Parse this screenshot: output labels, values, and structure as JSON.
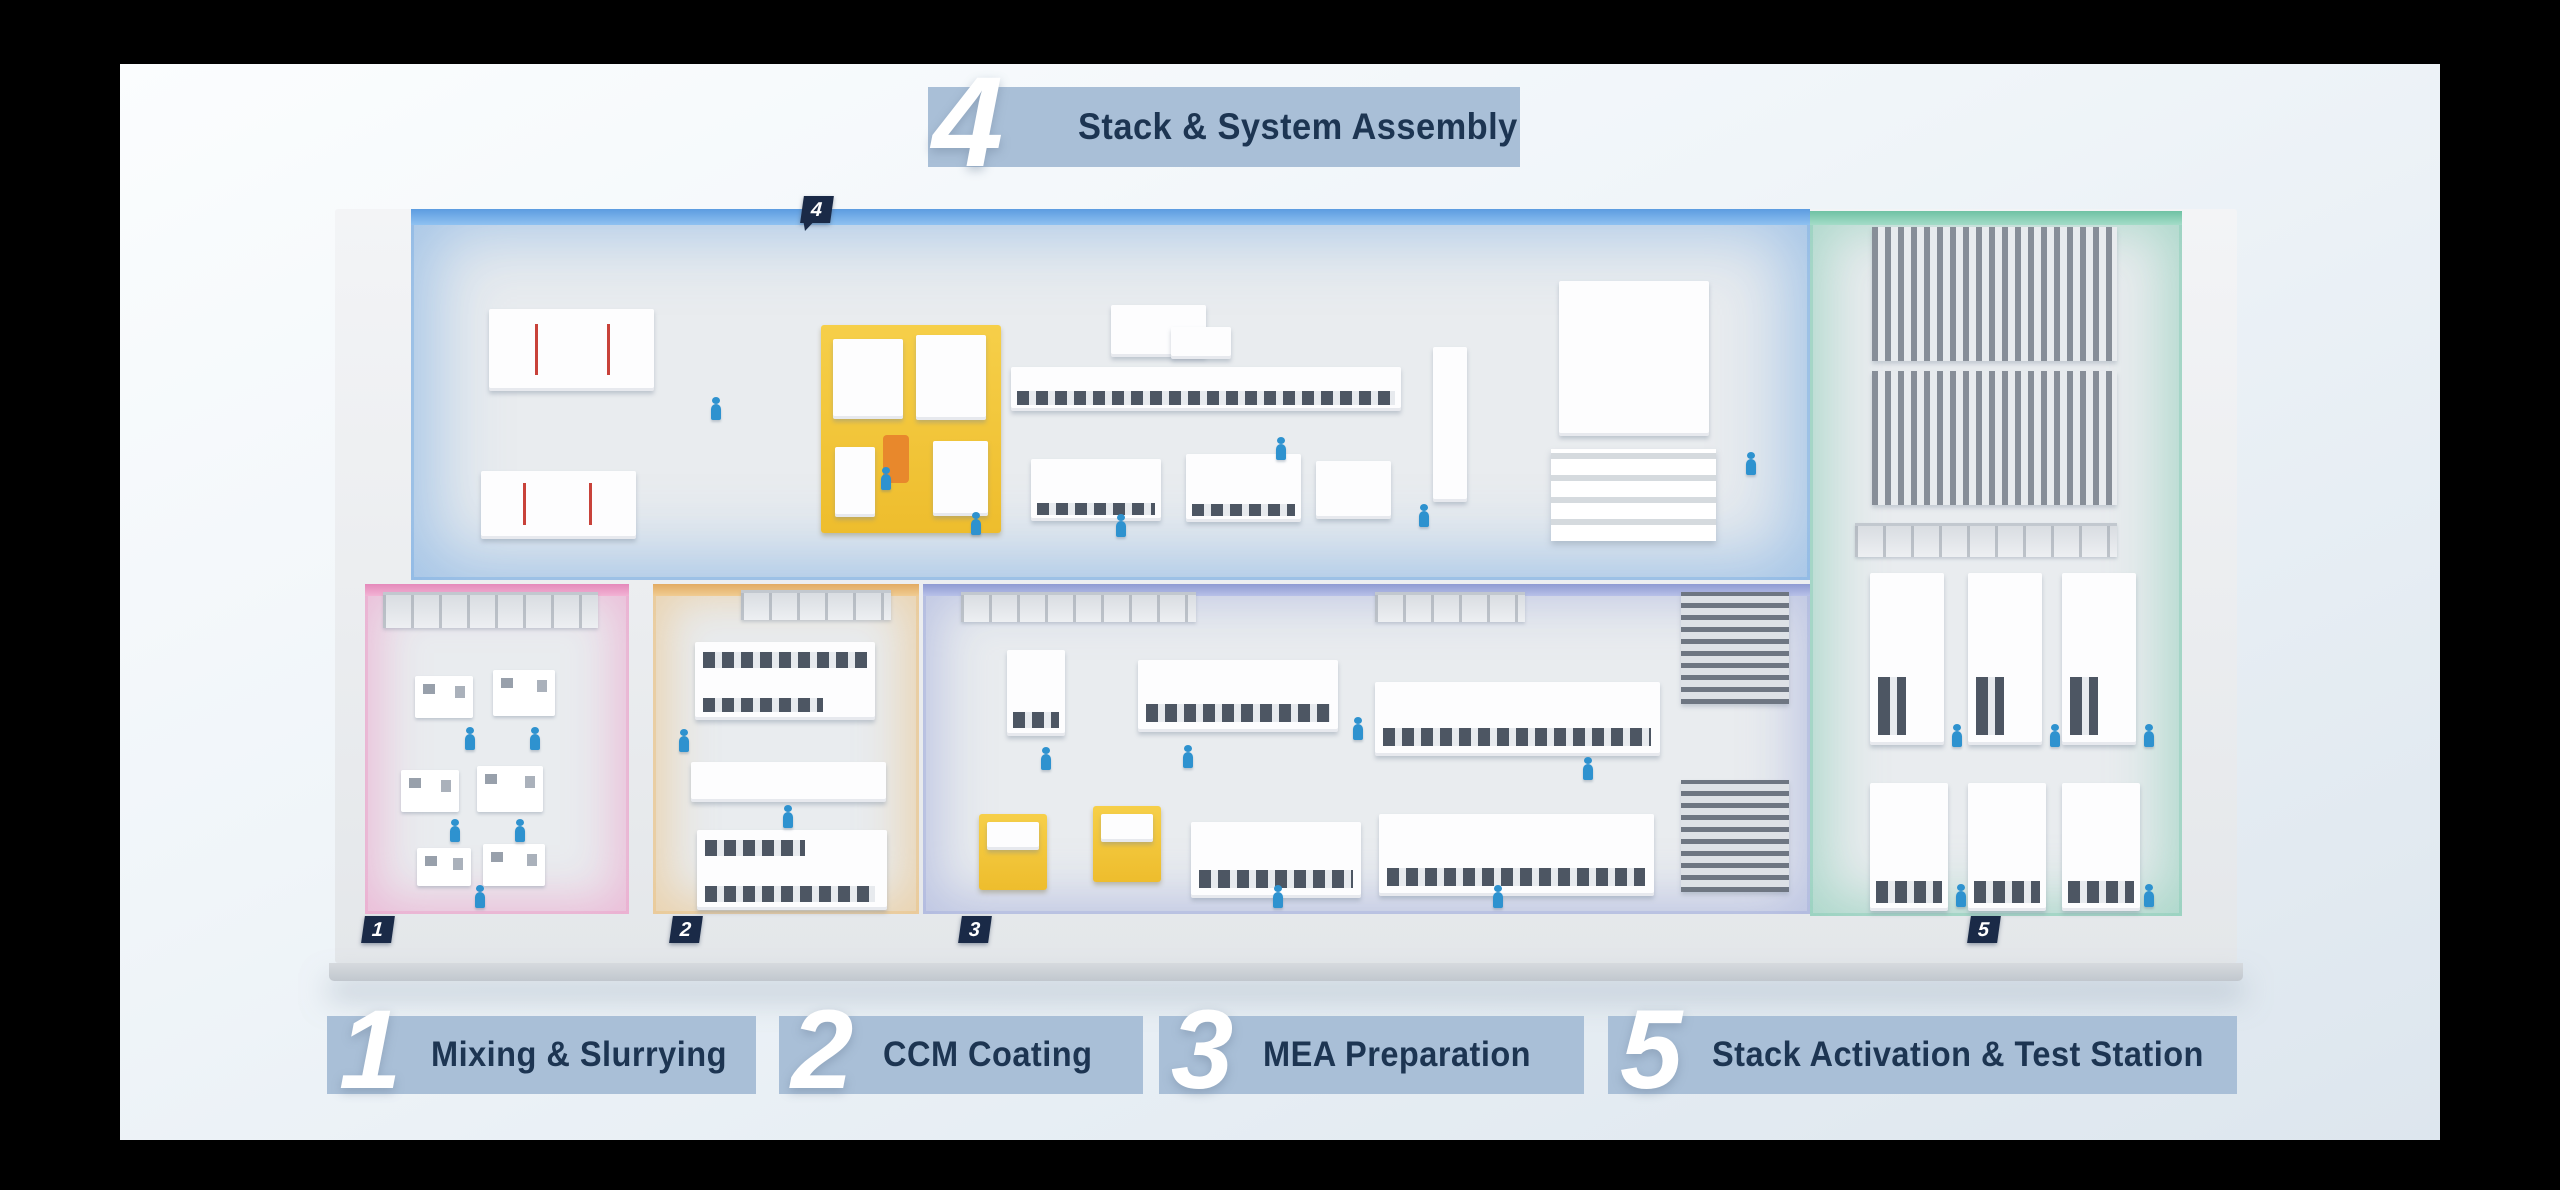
{
  "top_banner": {
    "number": "4",
    "label": "Stack & System Assembly"
  },
  "legend": [
    {
      "number": "1",
      "label": "Mixing & Slurrying"
    },
    {
      "number": "2",
      "label": "CCM Coating"
    },
    {
      "number": "3",
      "label": "MEA Preparation"
    },
    {
      "number": "5",
      "label": "Stack Activation & Test Station"
    }
  ],
  "markers": {
    "m1": "1",
    "m2": "2",
    "m3": "3",
    "m4": "4",
    "m5": "5"
  },
  "colors": {
    "banner": "#a9bfd7",
    "banner_text": "#1d3552",
    "marker_bg": "#1a2a47",
    "numeral": "#ffffff",
    "zone1": "#ee9fc9",
    "zone2": "#ecc286",
    "zone3": "#a2addd",
    "zone4": "#66a7e5",
    "zone5": "#7ecbb0",
    "worker": "#2e92cf",
    "machine_yellow": "#f2c435"
  }
}
